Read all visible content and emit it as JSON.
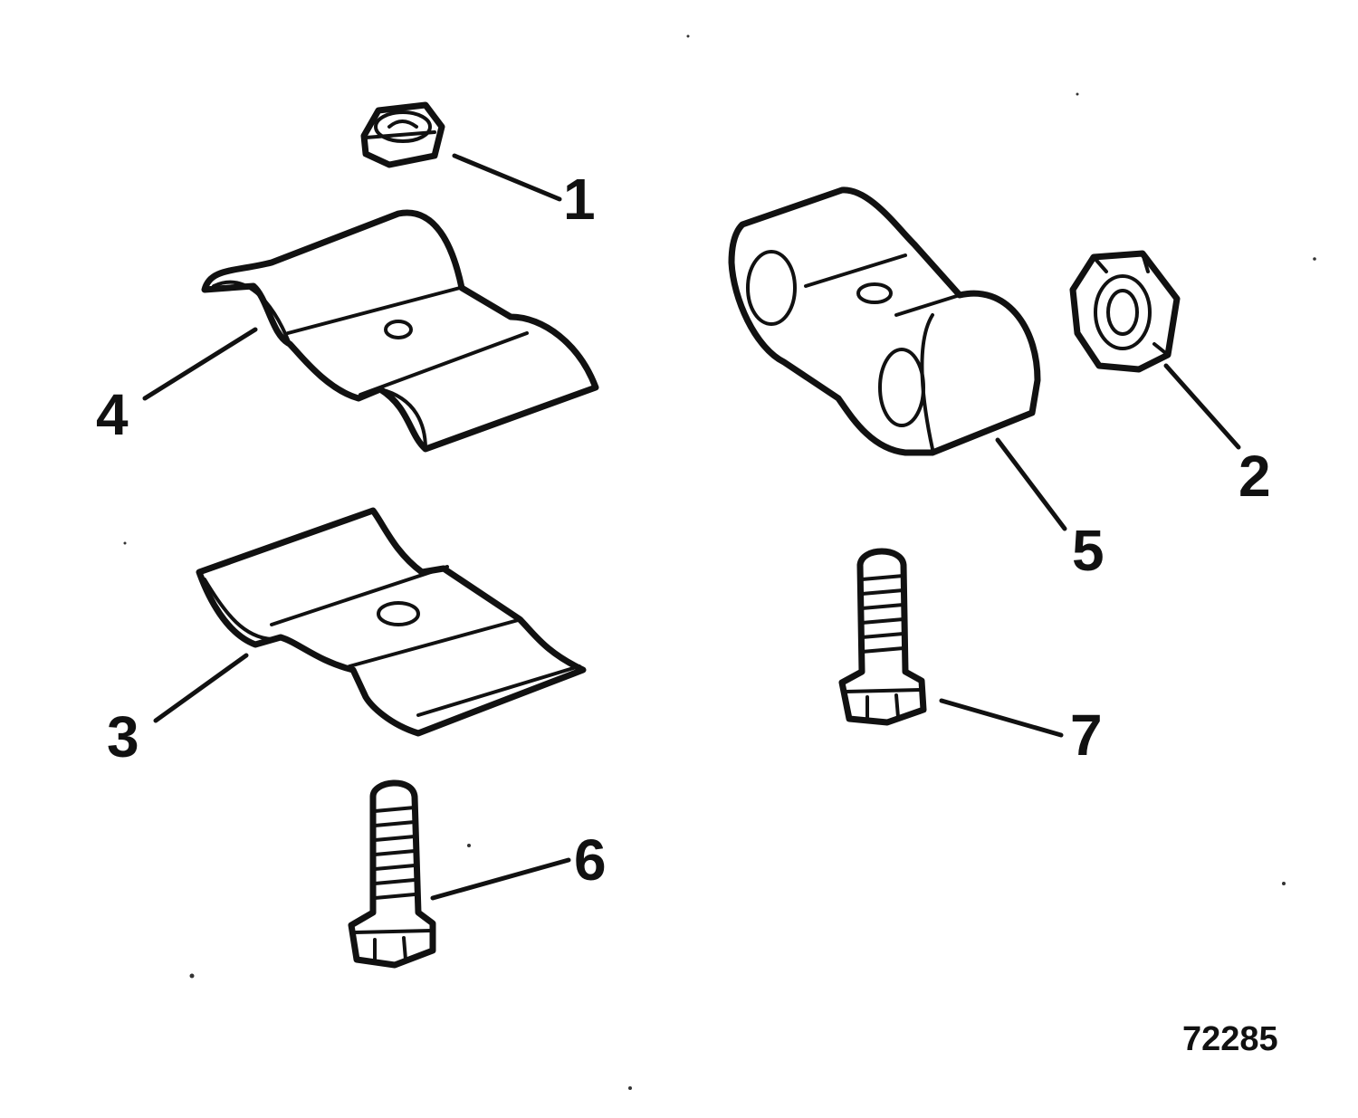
{
  "callouts": [
    {
      "id": "1",
      "label": "1",
      "part": "lock-nut-small"
    },
    {
      "id": "2",
      "label": "2",
      "part": "hex-nut"
    },
    {
      "id": "3",
      "label": "3",
      "part": "lower-clamp-plate"
    },
    {
      "id": "4",
      "label": "4",
      "part": "upper-clamp-plate"
    },
    {
      "id": "5",
      "label": "5",
      "part": "clamp-block"
    },
    {
      "id": "6",
      "label": "6",
      "part": "long-bolt"
    },
    {
      "id": "7",
      "label": "7",
      "part": "short-bolt"
    }
  ],
  "figure_number": "72285",
  "colors": {
    "ink": "#111111",
    "paper": "#ffffff"
  }
}
